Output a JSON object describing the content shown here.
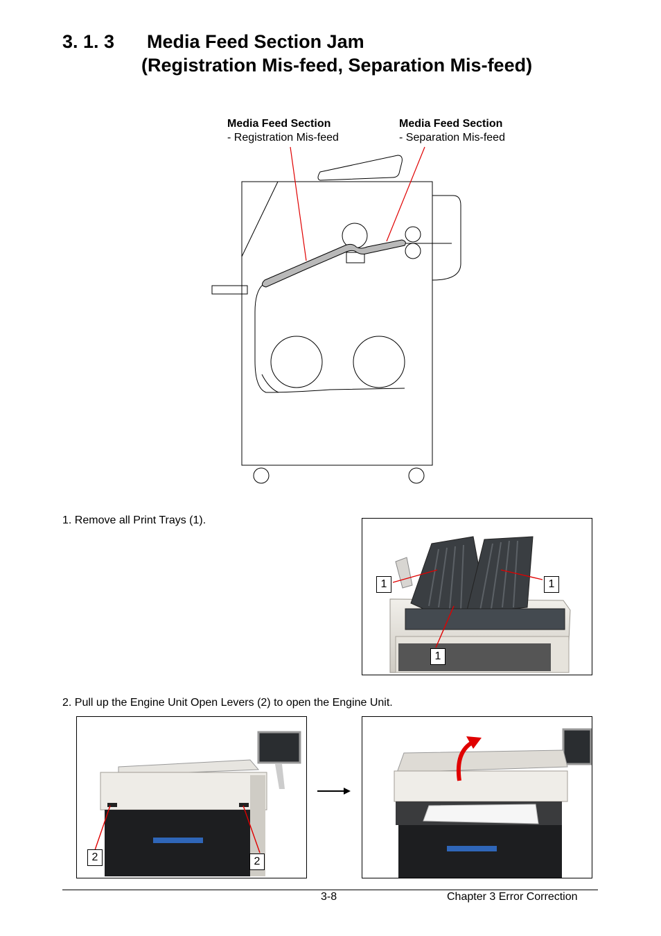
{
  "heading": {
    "number": "3. 1. 3",
    "line1": "Media Feed Section Jam",
    "line2": "(Registration Mis-feed, Separation Mis-feed)"
  },
  "diagram": {
    "callout_left": {
      "title": "Media Feed Section",
      "sub": "- Registration Mis-feed"
    },
    "callout_right": {
      "title": "Media Feed Section",
      "sub": "- Separation Mis-feed"
    }
  },
  "steps": [
    {
      "text": "1.  Remove all Print Trays (1)."
    },
    {
      "text": "2.  Pull up the Engine Unit Open Levers (2) to open the Engine Unit."
    }
  ],
  "photo1": {
    "labels": [
      "1",
      "1",
      "1"
    ]
  },
  "photo2": {
    "labels": [
      "2",
      "2"
    ]
  },
  "footer": {
    "page": "3-8",
    "chapter": "Chapter 3   Error Correction"
  }
}
